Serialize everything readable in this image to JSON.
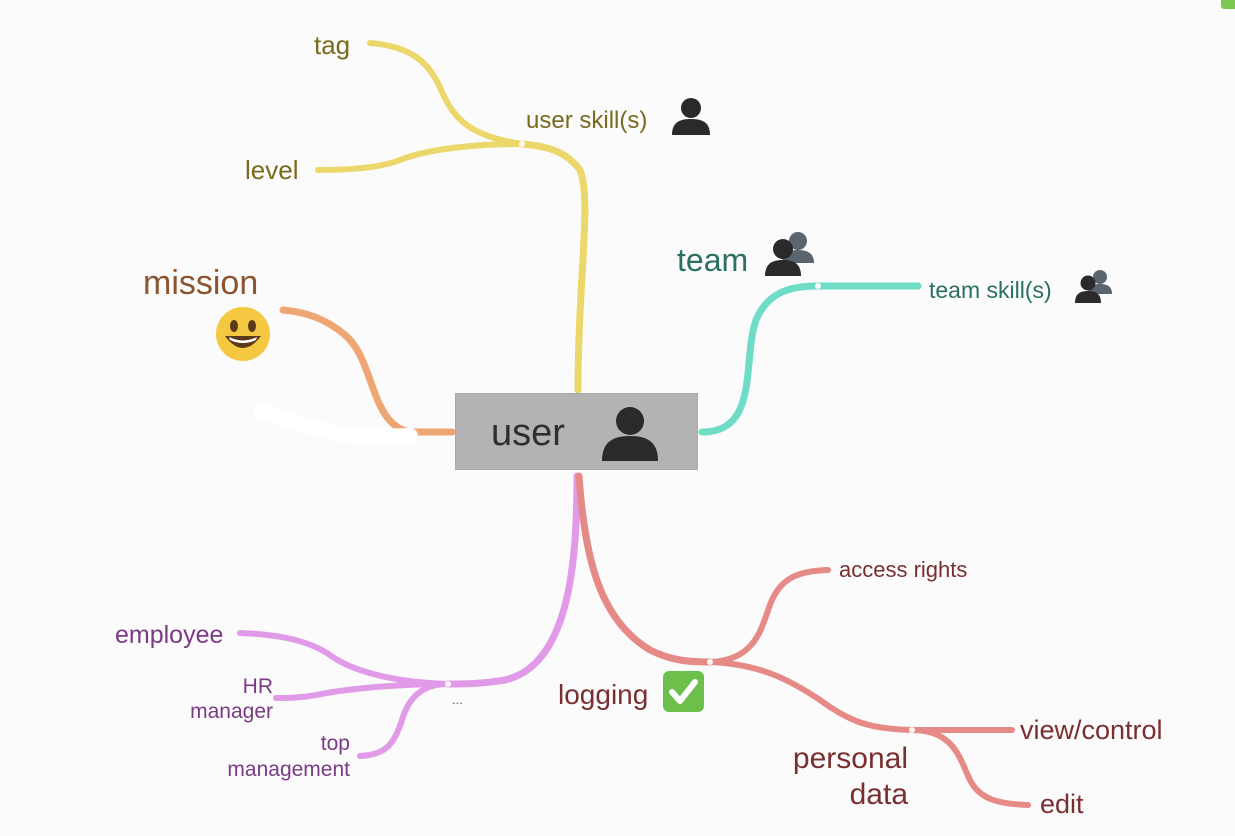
{
  "center": {
    "label": "user",
    "icon": "person-icon"
  },
  "branches": {
    "skill": {
      "color": "#ecd76a",
      "text_color": "#7a6a1e",
      "label": "user skill(s)",
      "icon": "person-icon",
      "children": [
        "tag",
        "level"
      ]
    },
    "team": {
      "color": "#6fdcc8",
      "text_color": "#2a6f63",
      "label": "team",
      "icon": "people-icon",
      "child": {
        "label": "team skill(s)",
        "icon": "people-icon"
      }
    },
    "mission": {
      "color": "#eea674",
      "text_color": "#8b5530",
      "label": "mission",
      "icon": "smiley-icon"
    },
    "roles": {
      "color": "#e19ae8",
      "text_color": "#7b3a86",
      "label": "...",
      "children": [
        "employee",
        "HR manager",
        "top management"
      ]
    },
    "logging": {
      "color": "#e58a86",
      "text_color": "#7a2f2f",
      "label": "logging",
      "icon": "check-box-icon",
      "access": "access rights",
      "personal": {
        "label": "personal data",
        "children": [
          "view/control",
          "edit"
        ]
      }
    }
  }
}
